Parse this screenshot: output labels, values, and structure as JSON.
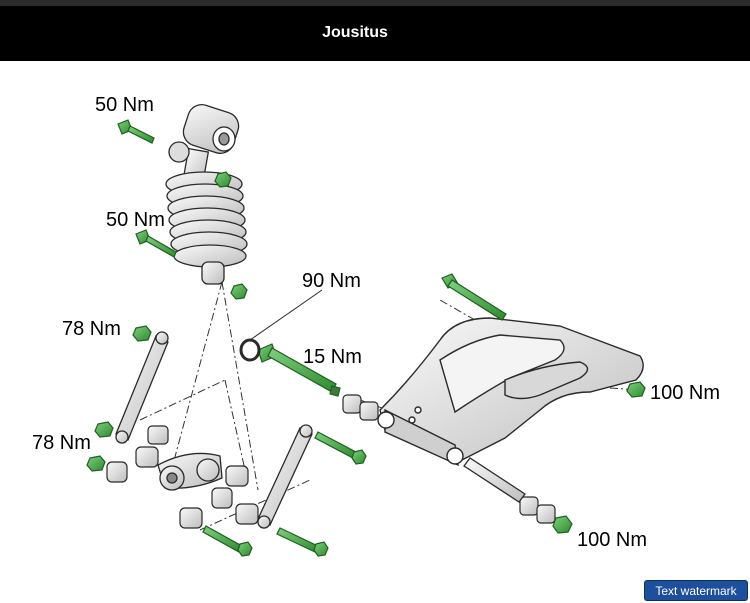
{
  "header": {
    "title": "Jousitus"
  },
  "torque_labels": {
    "shock_top_bolt": "50 Nm",
    "shock_bottom_bolt": "50 Nm",
    "shock_washer": "90 Nm",
    "swingarm_pivot": "15 Nm",
    "linkage_left_top": "78 Nm",
    "linkage_left_bottom": "78 Nm",
    "swingarm_right_nut": "100 Nm",
    "axle_nut": "100 Nm"
  },
  "watermark": {
    "label": "Text watermark"
  },
  "colors": {
    "bolt_green": "#3c9a3c",
    "part_gray": "#e6e6e6",
    "outline": "#2a2a2a",
    "header_bg": "#000000"
  }
}
